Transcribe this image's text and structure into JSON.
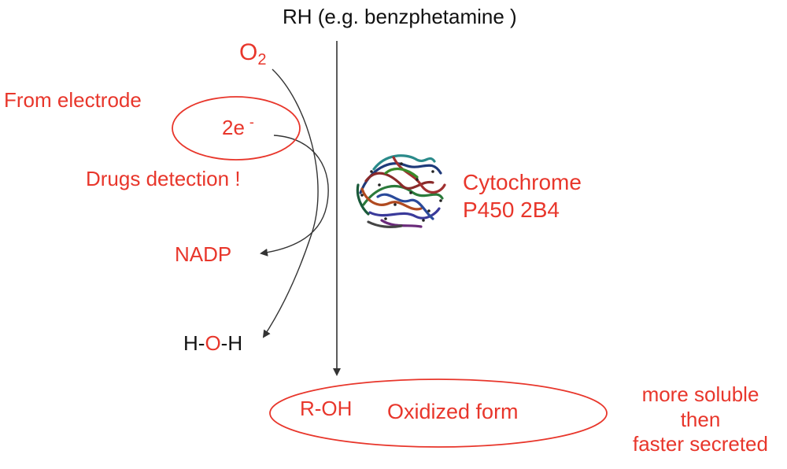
{
  "substrate": "RH (e.g. benzphetamine )",
  "oxygen": {
    "base": "O",
    "subscript": "2"
  },
  "electron_source": "From electrode",
  "electrons": {
    "base": "2e",
    "superscript": "-"
  },
  "drugs_detection": "Drugs detection !",
  "nadp": "NADP",
  "water": {
    "part1": "H-",
    "part2": "O",
    "part3": "-H"
  },
  "enzyme": {
    "line1": "Cytochrome",
    "line2": "P450 2B4"
  },
  "product": "R-OH",
  "product_state": "Oxidized form",
  "product_note": {
    "line1": "more soluble",
    "line2": "then",
    "line3": "faster secreted"
  },
  "colors": {
    "accent": "#e8362b",
    "text": "#111111",
    "line": "#333333"
  },
  "icons": {
    "enzyme_structure": "protein-ribbon-icon"
  }
}
